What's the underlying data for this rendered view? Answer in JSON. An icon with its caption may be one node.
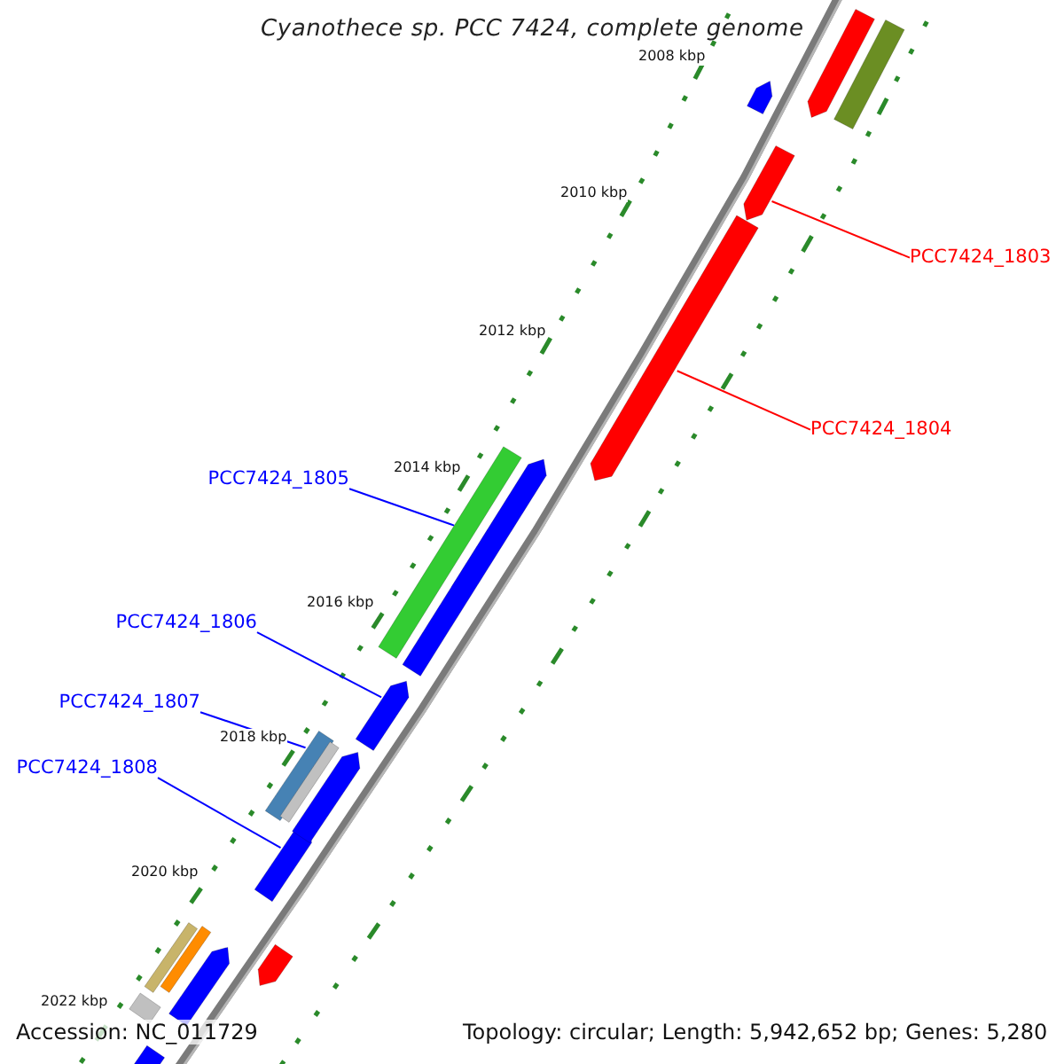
{
  "diagram": {
    "title": "Cyanothece sp. PCC 7424, complete genome",
    "nodes": [
      {
        "text": [
          "PCC7424_1803"
        ]
      },
      {
        "text": [],
        "shape": "arrow"
      },
      {
        "text": [
          "PCC7424_1804"
        ]
      },
      {
        "text": [],
        "shape": "arrow"
      },
      {
        "text": [
          "PCC7424_1805"
        ]
      },
      {
        "text": [],
        "shape": "bar"
      },
      {
        "text": [
          "PCC7424_1806"
        ]
      },
      {
        "text": [],
        "shape": "arrow"
      },
      {
        "text": [
          "PCC7424_1807"
        ]
      },
      {
        "text": [],
        "shape": "bar"
      },
      {
        "text": [
          "PCC7424_1808"
        ]
      },
      {
        "text": [],
        "shape": "arrow"
      },
      {
        "text": [],
        "shape": "arrow"
      },
      {
        "text": [],
        "shape": "bar"
      },
      {
        "text": [],
        "shape": "arrow"
      },
      {
        "text": [],
        "shape": "arrow"
      },
      {
        "text": [],
        "shape": "arrow"
      },
      {
        "text": [],
        "shape": "arrow"
      },
      {
        "text": [],
        "shape": "bar"
      },
      {
        "text": [],
        "shape": "bar"
      },
      {
        "text": [],
        "shape": "arrow"
      },
      {
        "text": [],
        "shape": "bar"
      },
      {
        "text": [],
        "shape": "bar"
      },
      {
        "text": [],
        "shape": "bar"
      }
    ],
    "edges": [
      {
        "from": 0,
        "to": 1,
        "arrow": "none",
        "color": "#ff0000"
      },
      {
        "from": 2,
        "to": 3,
        "arrow": "none",
        "color": "#ff0000"
      },
      {
        "from": 4,
        "to": 5,
        "arrow": "none"
      },
      {
        "from": 6,
        "to": 7,
        "arrow": "none"
      },
      {
        "from": 8,
        "to": 9,
        "arrow": "none"
      },
      {
        "from": 10,
        "to": 11,
        "arrow": "none"
      }
    ],
    "labels": [
      "2008 kbp",
      "2010 kbp",
      "2012 kbp",
      "2014 kbp",
      "2016 kbp",
      "2018 kbp",
      "2020 kbp",
      "2022 kbp",
      "Accession: NC_011729",
      "Topology: circular; Length: 5,942,652 bp; Genes: 5,280"
    ]
  }
}
